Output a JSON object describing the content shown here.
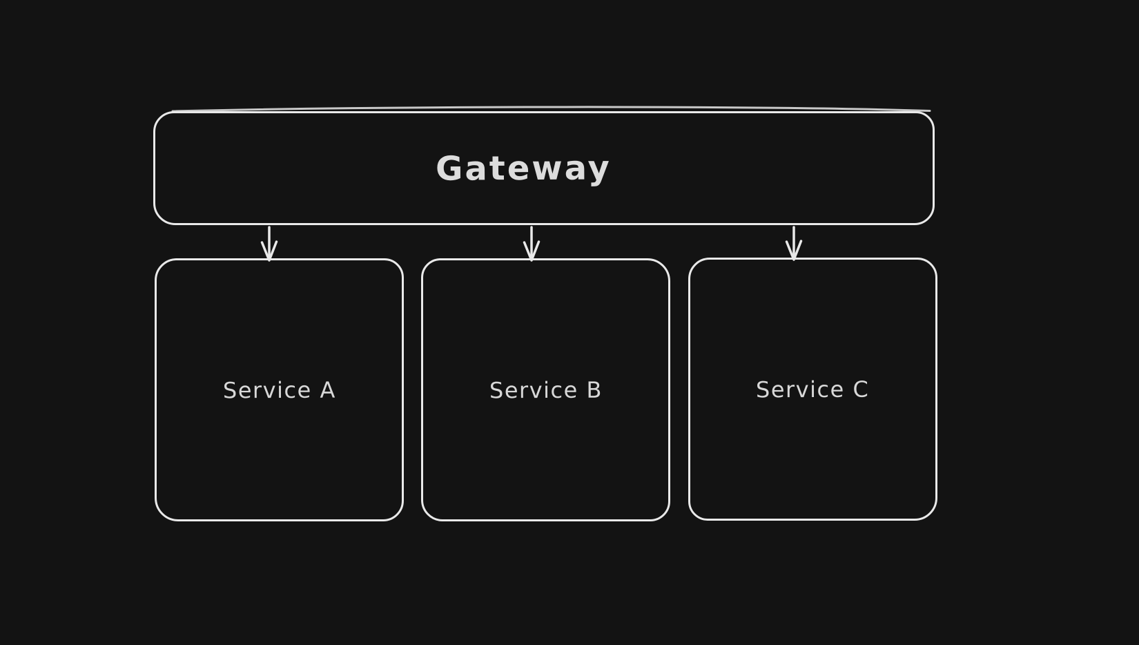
{
  "canvas": {
    "background": "#131313",
    "stroke_color": "#e9e9e9",
    "text_color": "#d8d8d8"
  },
  "diagram": {
    "type": "flowchart",
    "nodes": [
      {
        "id": "gateway",
        "label": "Gateway",
        "shape": "rounded-rectangle"
      },
      {
        "id": "service-a",
        "label": "Service A",
        "shape": "rounded-rectangle"
      },
      {
        "id": "service-b",
        "label": "Service B",
        "shape": "rounded-rectangle"
      },
      {
        "id": "service-c",
        "label": "Service C",
        "shape": "rounded-rectangle"
      }
    ],
    "edges": [
      {
        "from": "Gateway",
        "to": "Service A",
        "type": "arrow-down"
      },
      {
        "from": "Gateway",
        "to": "Service B",
        "type": "arrow-down"
      },
      {
        "from": "Gateway",
        "to": "Service C",
        "type": "arrow-down"
      }
    ]
  }
}
